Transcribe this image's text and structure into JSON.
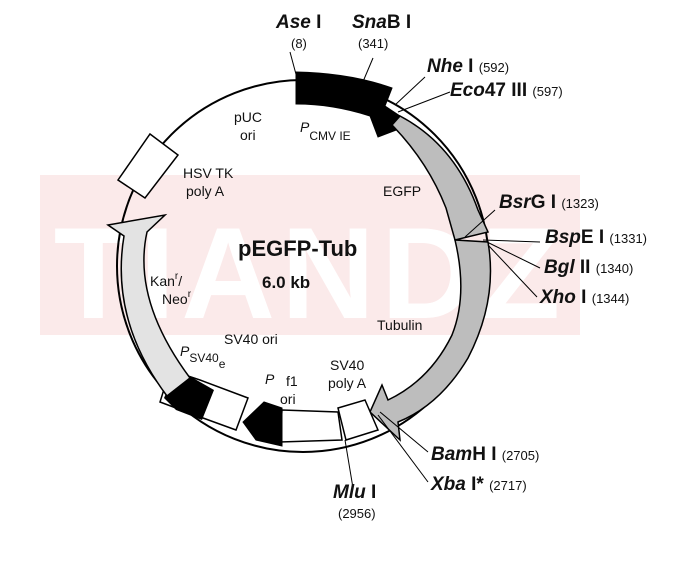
{
  "title": "pEGFP-Tub",
  "size": "6.0 kb",
  "watermark": "TIANDZ",
  "sites": {
    "ase": {
      "italic": "Ase",
      "plain": " I",
      "pos": "(8)"
    },
    "snab": {
      "italic": "Sna",
      "plain": "B I",
      "pos": "(341)"
    },
    "nhe": {
      "italic": "Nhe",
      "plain": " I ",
      "pos": "(592)"
    },
    "eco47": {
      "italic": "Eco",
      "plain": "47 III ",
      "pos": "(597)"
    },
    "bsrg": {
      "italic": "Bsr",
      "plain": "G I ",
      "pos": "(1323)"
    },
    "bspe": {
      "italic": "Bsp",
      "plain": "E I ",
      "pos": "(1331)"
    },
    "bgl": {
      "italic": "Bgl",
      "plain": " II ",
      "pos": "(1340)"
    },
    "xho": {
      "italic": "Xho",
      "plain": " I ",
      "pos": "(1344)"
    },
    "bamh": {
      "italic": "Bam",
      "plain": "H I ",
      "pos": "(2705)"
    },
    "xba": {
      "italic": "Xba",
      "plain": " I* ",
      "pos": "(2717)"
    },
    "mlu": {
      "italic": "Mlu",
      "plain": " I",
      "pos": "(2956)"
    }
  },
  "features": {
    "puc": "pUC",
    "puc_ori": "ori",
    "pcmv_p": "P",
    "pcmv_sub": "CMV  IE",
    "egfp": "EGFP",
    "hsv_tk": "HSV TK",
    "poly_a": "poly A",
    "kan": "Kan",
    "sup_r1": "r",
    "slash": "/",
    "neo": "Neo",
    "sup_r2": "r",
    "tubulin": "Tubulin",
    "sv40_ori": "SV40 ori",
    "psv_p": "P",
    "psv_sub": "SV40",
    "psv_e": "e",
    "sv40": "SV40",
    "sv40_polya": "poly A",
    "p": "P",
    "f1": "f1",
    "f1_ori": "ori"
  }
}
